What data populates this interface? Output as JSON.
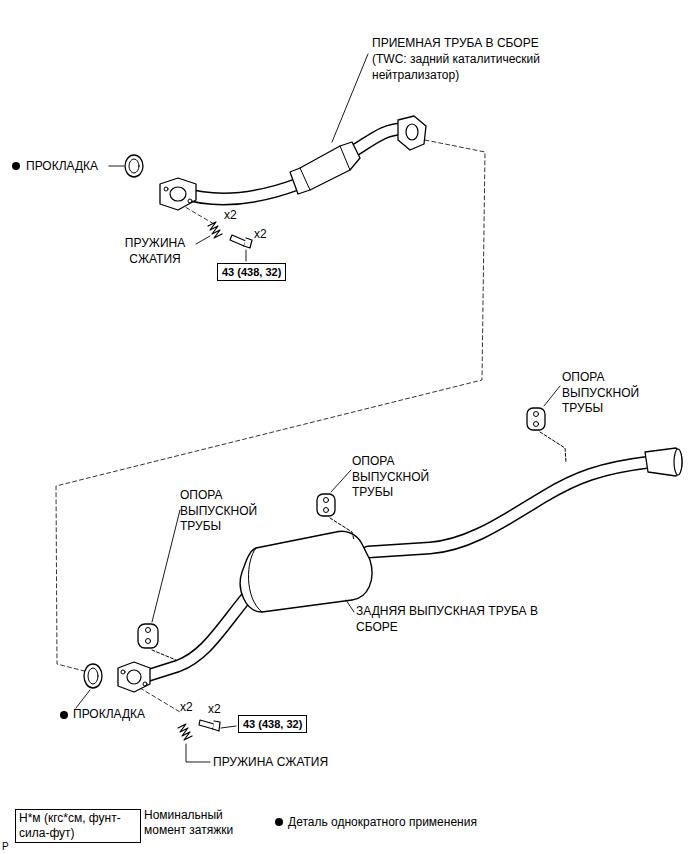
{
  "diagram": {
    "nodes": [
      {
        "text": [
          "43 (438, 32)"
        ]
      },
      {
        "text": [
          "43 (438, 32)"
        ]
      },
      {
        "text": [
          "Н*м (кгс*см, фунт-сила-фут)"
        ]
      }
    ],
    "labels": [
      "ПРИЕМНАЯ ТРУБА В СБОРЕ",
      "(TWC: задний каталитический нейтрализатор)",
      "ПРОКЛАДКА",
      "x2",
      "x2",
      "ПРУЖИНА СЖАТИЯ",
      "ОПОРА ВЫПУСКНОЙ ТРУБЫ",
      "ОПОРА ВЫПУСКНОЙ ТРУБЫ",
      "ОПОРА ВЫПУСКНОЙ ТРУБЫ",
      "ЗАДНЯЯ ВЫПУСКНАЯ ТРУБА В СБОРЕ",
      "ПРОКЛАДКА",
      "x2",
      "x2",
      "ПРУЖИНА СЖАТИЯ",
      "P"
    ],
    "legend": [
      {
        "text": "Номинальный момент затяжки"
      },
      {
        "text": "Деталь однократного применения"
      }
    ]
  }
}
